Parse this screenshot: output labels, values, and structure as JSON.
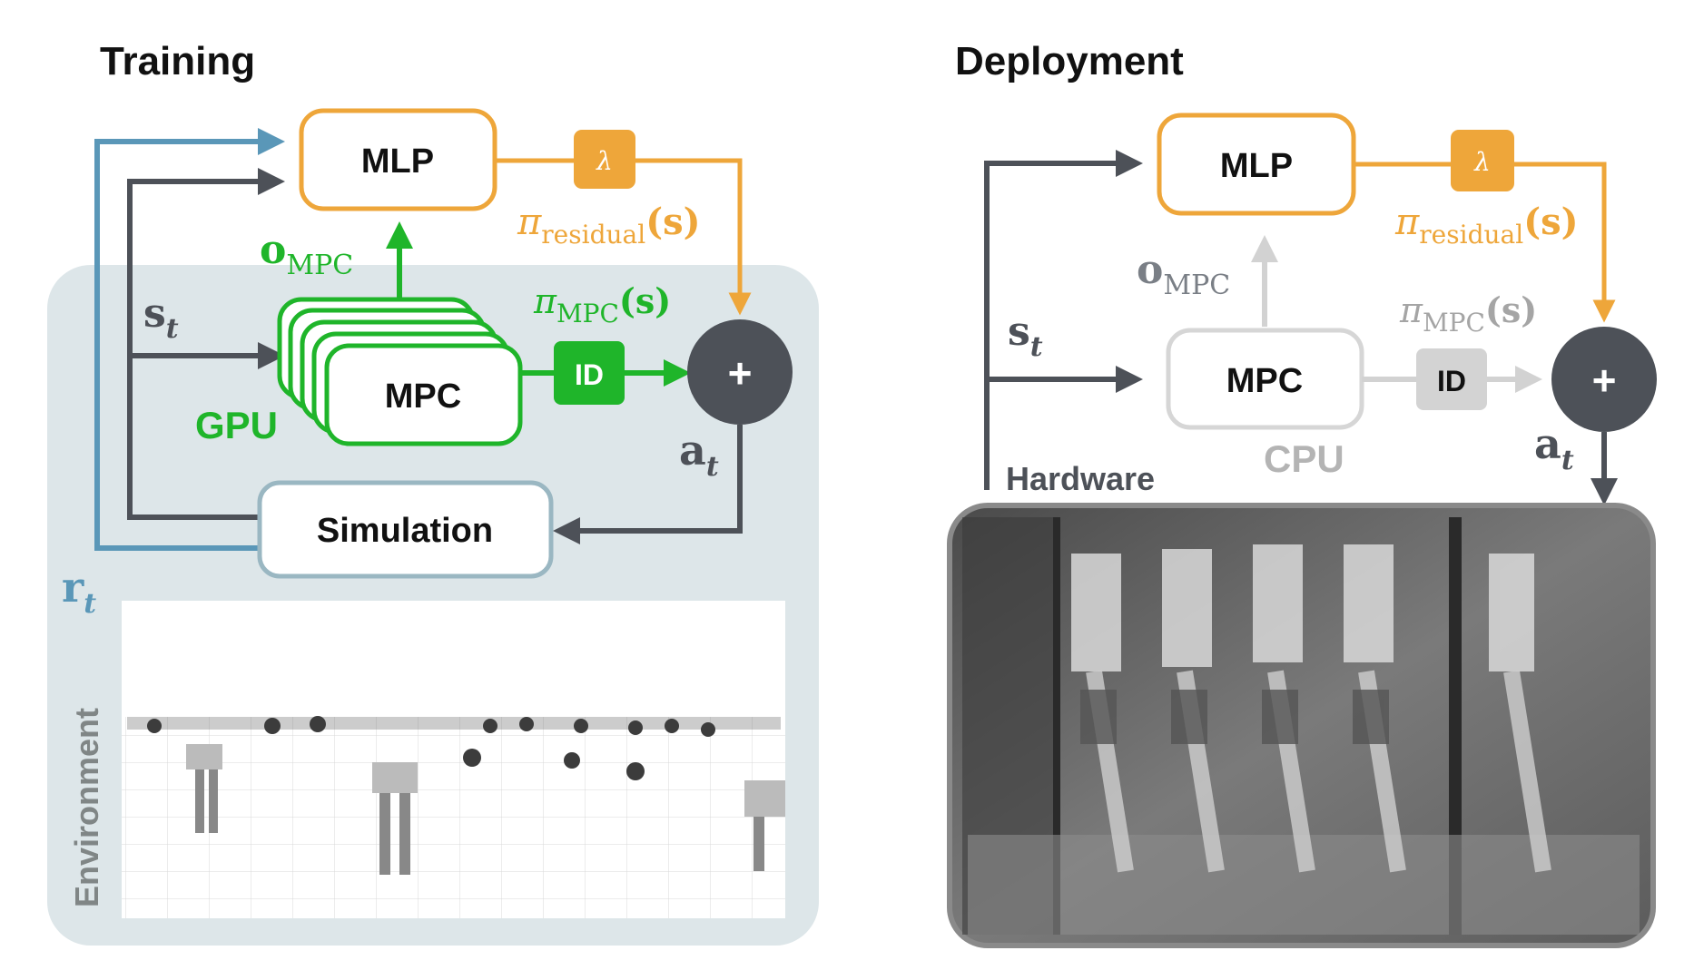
{
  "training": {
    "title": "Training",
    "mlp": "MLP",
    "lambda": "λ",
    "pi_residual": {
      "pi": "π",
      "sub": "residual",
      "arg": "(s)"
    },
    "o_mpc": {
      "main": "o",
      "sub": "MPC"
    },
    "s_t": {
      "main": "s",
      "sub": "t"
    },
    "pi_mpc": {
      "pi": "π",
      "sub": "MPC",
      "arg": "(s)"
    },
    "mpc": "MPC",
    "id": "ID",
    "plus": "+",
    "gpu": "GPU",
    "a_t": {
      "main": "a",
      "sub": "t"
    },
    "simulation": "Simulation",
    "r_t": {
      "main": "r",
      "sub": "t"
    },
    "environment": "Environment"
  },
  "deployment": {
    "title": "Deployment",
    "mlp": "MLP",
    "lambda": "λ",
    "pi_residual": {
      "pi": "π",
      "sub": "residual",
      "arg": "(s)"
    },
    "o_mpc": {
      "main": "o",
      "sub": "MPC"
    },
    "s_t": {
      "main": "s",
      "sub": "t"
    },
    "pi_mpc": {
      "pi": "π",
      "sub": "MPC",
      "arg": "(s)"
    },
    "mpc": "MPC",
    "id": "ID",
    "plus": "+",
    "cpu": "CPU",
    "a_t": {
      "main": "a",
      "sub": "t"
    },
    "hardware": "Hardware"
  },
  "colors": {
    "orange": "#eea63a",
    "green": "#1fb52a",
    "blue": "#5a97b8",
    "dark": "#4d5158",
    "grey": "#cccccc",
    "greyText": "#b4b4b4",
    "env_bg": "#dde6e9",
    "sim_border": "#9ab7c2"
  }
}
